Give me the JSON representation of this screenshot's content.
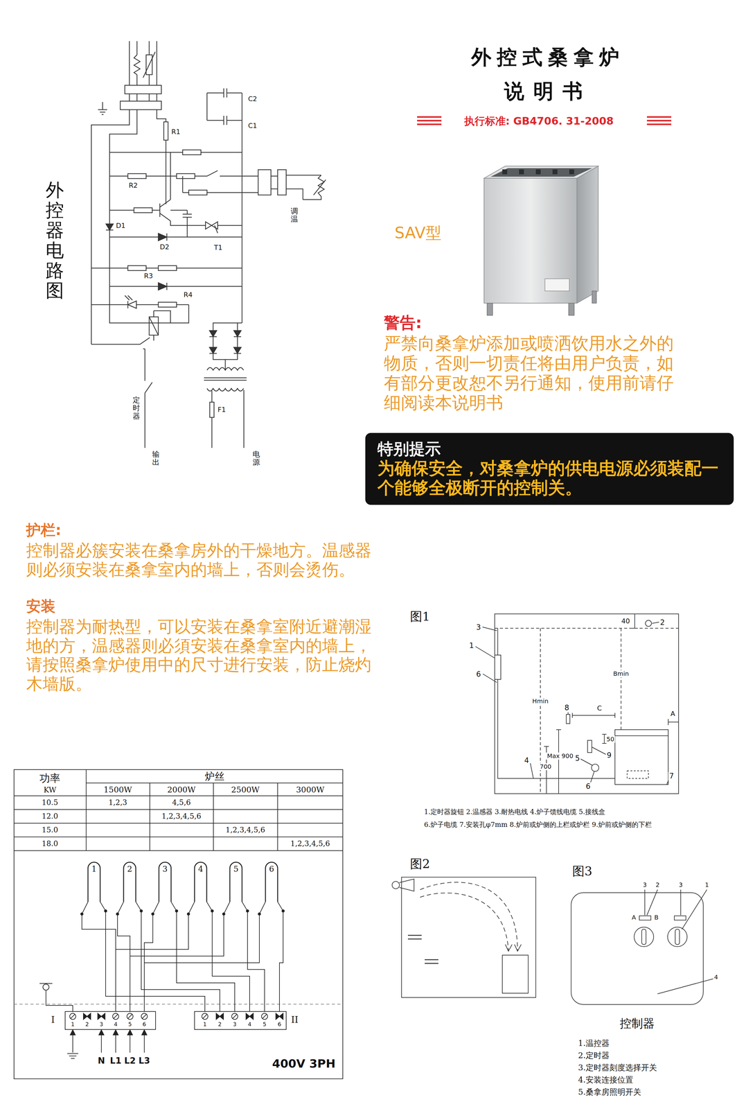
{
  "diagram": {
    "title": "外控式桑拿炉",
    "nodes": [
      {
        "text": [
          "特别提示",
          "为确保安全，对桑拿炉的供电电源必须装配一个能够全极断开的控制关。"
        ]
      }
    ],
    "labels": [
      "执行标准: GB4706. 31-2008",
      "SAV型",
      "警告:",
      "严禁向桑拿炉添加或喷洒饮用水之外的物质，否则一切责任将由用户负责，如有部分更改恕不另行通知，使用前请仔细阅读本说明书",
      "护栏:",
      "控制器必簇安装在桑拿房外的干燥地方。温感器则必须安装在桑拿室内的墙上，否则会烫伤。",
      "安装",
      "控制器为耐热型，可以安装在桑拿室附近避潮湿地的方，温感器则必須安装在桑拿室内的墙上，请按照桑拿炉使用中的尺寸进行安装，防止烧灼木墙版。",
      "外控器电路图",
      "C2",
      "C1",
      "R1",
      "R2",
      "R3",
      "R4",
      "D1",
      "D2",
      "T1",
      "F1",
      "调温",
      "定时器",
      "输出",
      "电源",
      "功率",
      "炉丝",
      "KW",
      "1500W",
      "2000W",
      "2500W",
      "3000W",
      "10.5",
      "12.0",
      "15.0",
      "18.0",
      "1,2,3",
      "4,5,6",
      "1,2,3,4,5,6",
      "1,2,3,4,5,6",
      "1,2,3,4,5,6",
      "1",
      "2",
      "3",
      "4",
      "5",
      "6",
      "1",
      "2",
      "3",
      "4",
      "5",
      "6",
      "1",
      "2",
      "3",
      "4",
      "5",
      "6",
      "I",
      "II",
      "N",
      "L1",
      "L2",
      "L3",
      "400V 3PH",
      "图1",
      "3",
      "1",
      "6",
      "2",
      "8",
      "5",
      "6",
      "9",
      "4",
      "7",
      "40",
      "C",
      "A",
      "Hmin",
      "Bmin",
      "700",
      "Max 900",
      "50",
      "1.定时器旋钮 2.温感器 3.耐热电线 4.炉子馈线电缆 5.接线盒",
      "6.炉子电缆 7.安装孔φ7mm 8.炉前或炉侧的上栏或炉栏 9.炉前或炉侧的下栏",
      "图2",
      "图3",
      "3",
      "2",
      "3",
      "1",
      "A",
      "B",
      "4",
      "控制器",
      "1.温控器",
      "2.定时器",
      "3.定时器刻度选择开关",
      "4.安装连接位置",
      "5.桑拿房照明开关",
      "说明书"
    ]
  }
}
